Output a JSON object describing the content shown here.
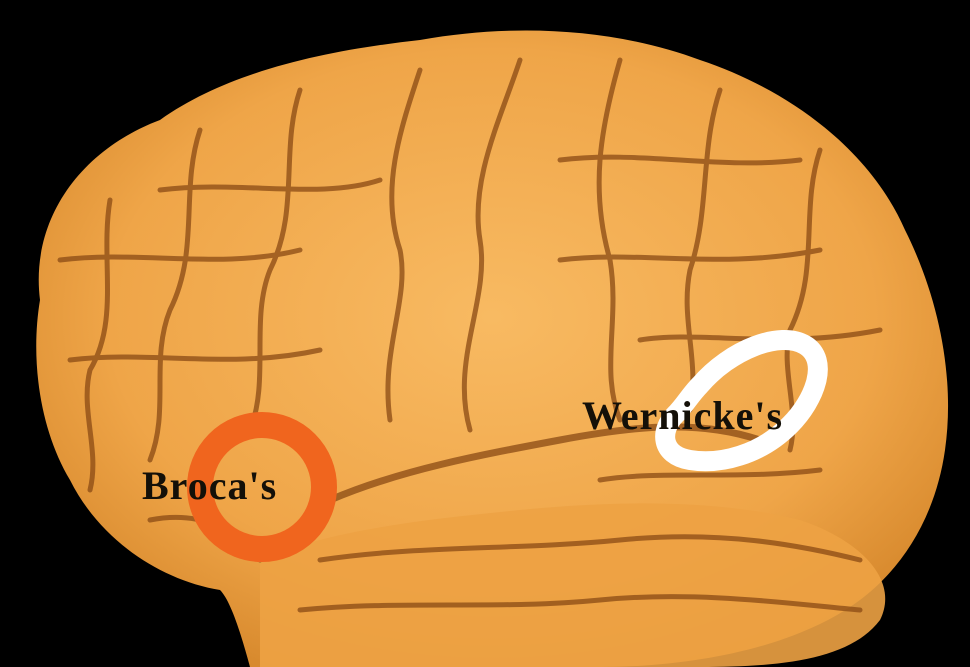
{
  "figure": {
    "subject": "Human brain, left lateral view",
    "background_color": "#000000",
    "brain_color": "#F2A94C",
    "sulcus_color": "#8A4A14"
  },
  "regions": [
    {
      "id": "broca",
      "label": "Broca's",
      "marker": "ring",
      "marker_color": "#F0651E"
    },
    {
      "id": "wernicke",
      "label": "Wernicke's",
      "marker": "elongated-ring",
      "marker_color": "#FFFFFF"
    }
  ],
  "labels": {
    "broca": "Broca's",
    "wernicke": "Wernicke's"
  }
}
